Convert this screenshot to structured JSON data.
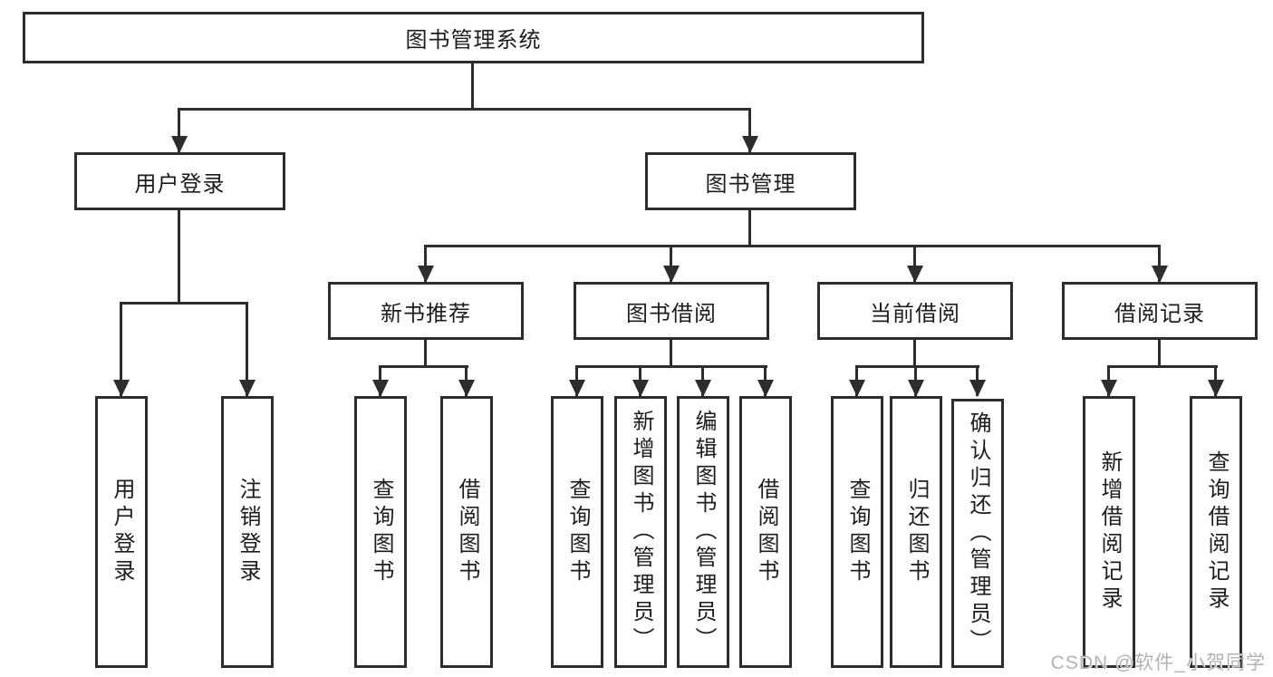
{
  "nodes": {
    "root": "图书管理系统",
    "level2": {
      "user_login": "用户登录",
      "book_mgmt": "图书管理"
    },
    "level3": {
      "new_books": "新书推荐",
      "book_borrow": "图书借阅",
      "current_borrow": "当前借阅",
      "borrow_records": "借阅记录"
    },
    "leaves": {
      "user_login": [
        "用户登录",
        "注销登录"
      ],
      "new_books": [
        "查询图书",
        "借阅图书"
      ],
      "book_borrow": [
        "查询图书",
        "新增图书（管理员）",
        "编辑图书（管理员）",
        "借阅图书"
      ],
      "current_borrow": [
        "查询图书",
        "归还图书",
        "确认归还（管理员）"
      ],
      "borrow_records": [
        "新增借阅记录",
        "查询借阅记录"
      ]
    }
  },
  "watermark": "CSDN @软件_小贺同学",
  "colors": {
    "line": "#2d2d2d",
    "background": "#ffffff",
    "watermark": "#b3b3b3"
  }
}
